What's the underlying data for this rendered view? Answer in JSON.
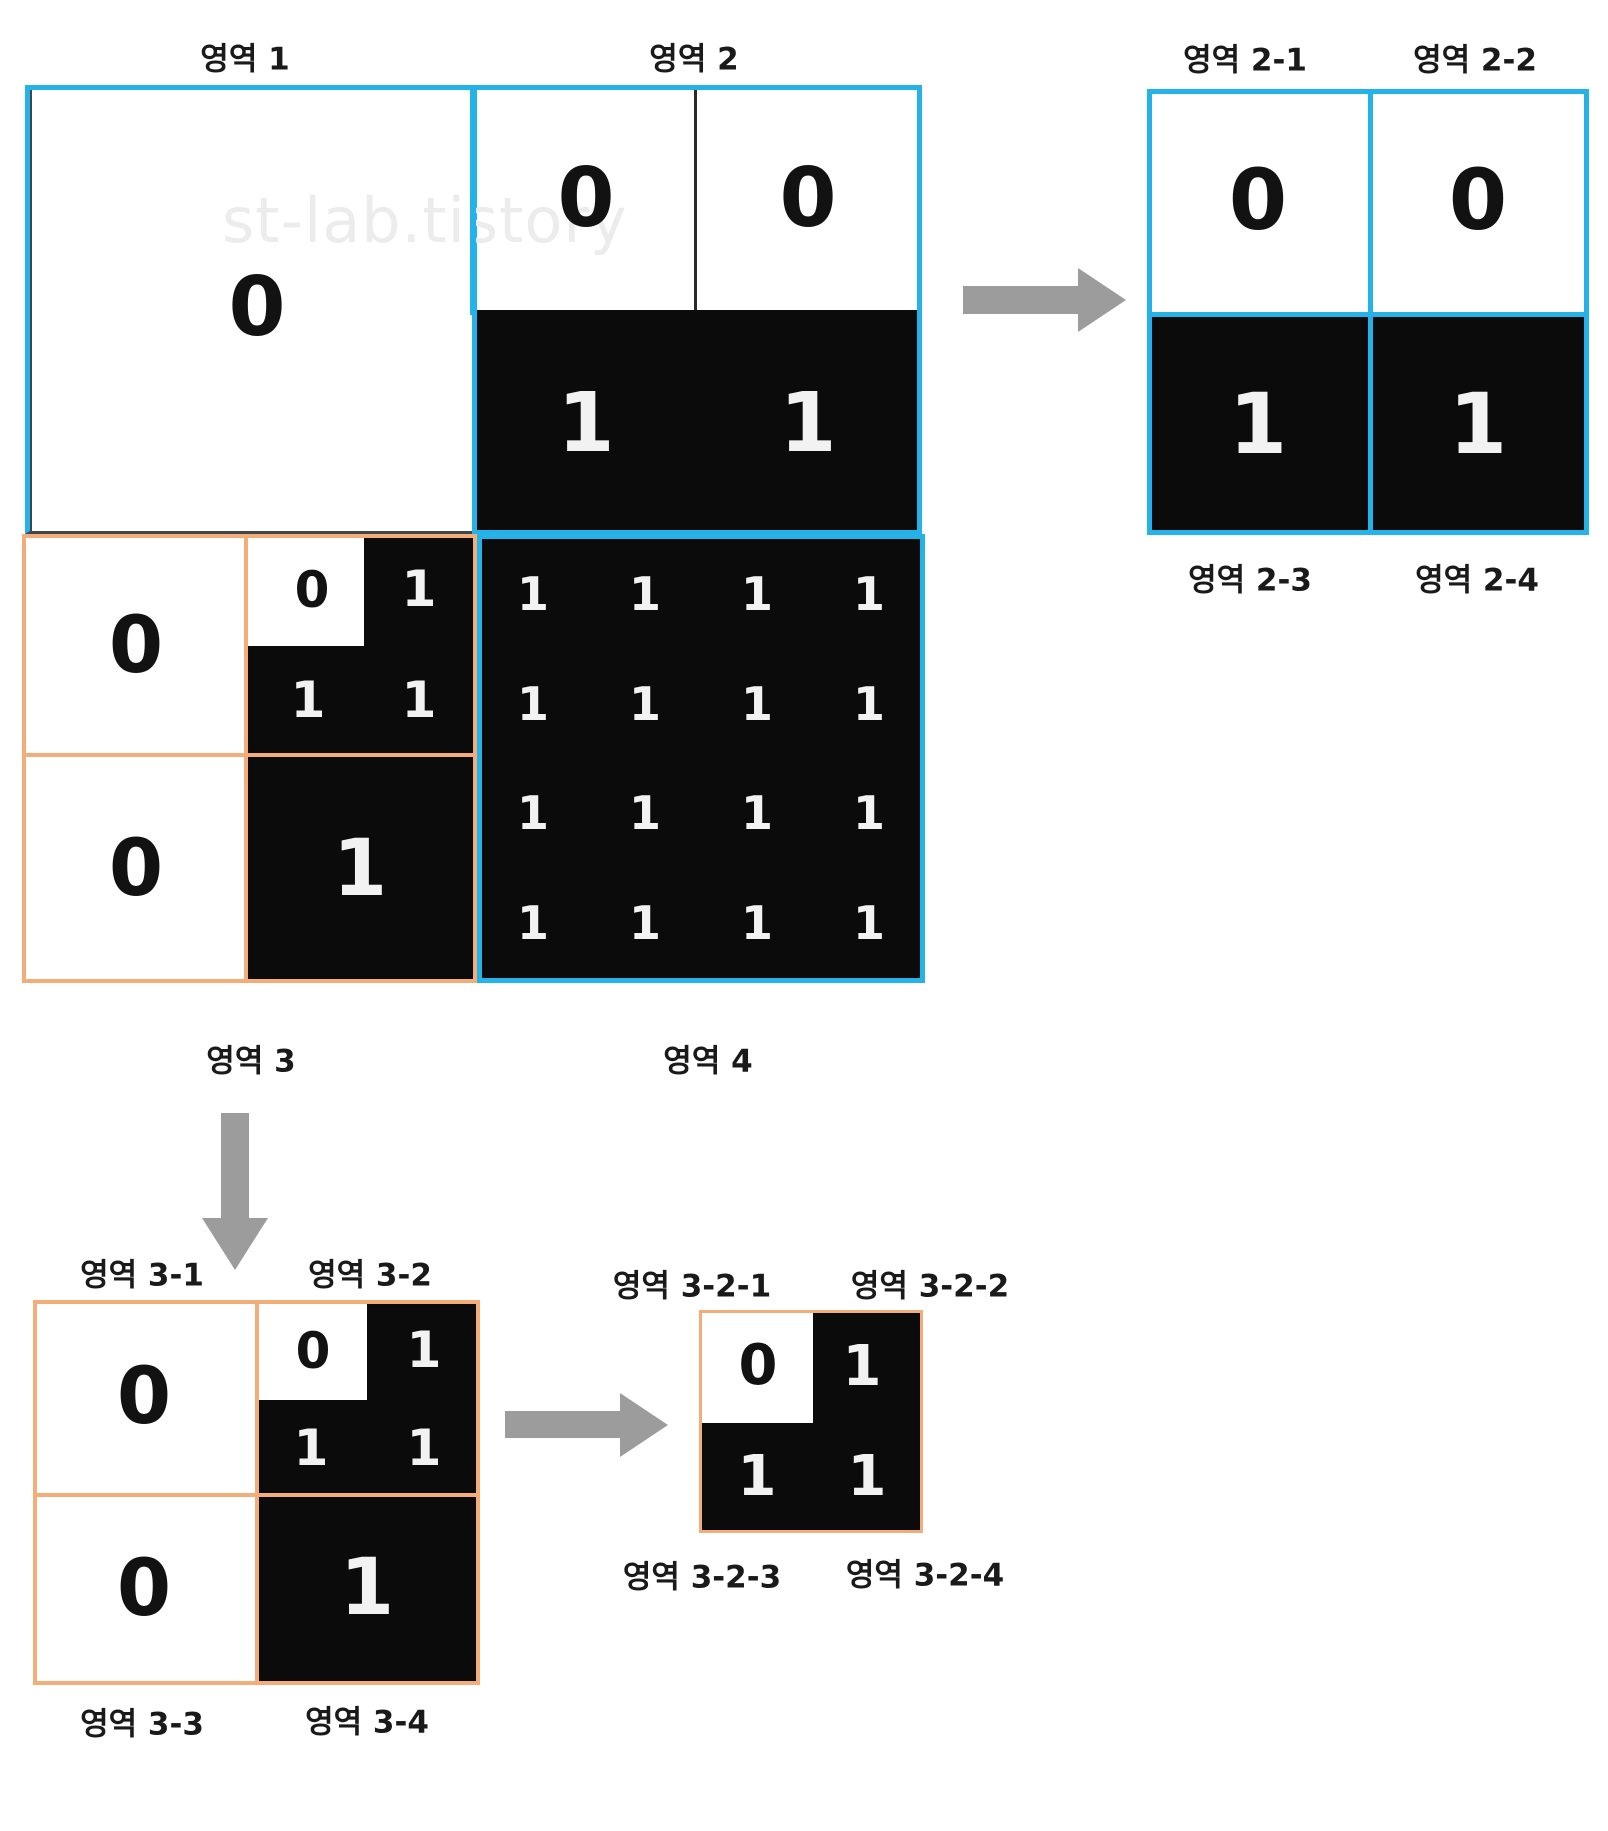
{
  "watermark": "st-lab.tistory",
  "colors": {
    "cyan": "#25b2e8",
    "orange": "#f3ad79",
    "cell_black": "#0b0b0b",
    "arrow_gray": "#9c9c9c",
    "digit_dark": "#121212",
    "digit_light": "#f2f2f2",
    "watermark_gray": "#ececec"
  },
  "labels": {
    "r1": "영역 1",
    "r2": "영역 2",
    "r3": "영역 3",
    "r4": "영역 4",
    "r2_1": "영역 2-1",
    "r2_2": "영역 2-2",
    "r2_3": "영역 2-3",
    "r2_4": "영역 2-4",
    "r3_1": "영역 3-1",
    "r3_2": "영역 3-2",
    "r3_3": "영역 3-3",
    "r3_4": "영역 3-4",
    "r3_2_1": "영역 3-2-1",
    "r3_2_2": "영역 3-2-2",
    "r3_2_3": "영역 3-2-3",
    "r3_2_4": "영역 3-2-4"
  },
  "main_grid": {
    "region1_value": "0",
    "region2": {
      "top": [
        "0",
        "0"
      ],
      "bottom": [
        "1",
        "1"
      ]
    },
    "region3": {
      "sub1": "0",
      "sub2": {
        "zero": "0",
        "one_tr": "1",
        "one_bl": "1",
        "one_br": "1"
      },
      "sub3": "0",
      "sub4": "1"
    },
    "region4_ones": [
      "1",
      "1",
      "1",
      "1",
      "1",
      "1",
      "1",
      "1",
      "1",
      "1",
      "1",
      "1",
      "1",
      "1",
      "1",
      "1"
    ]
  },
  "region2_expanded": {
    "cells": [
      "0",
      "0",
      "1",
      "1"
    ]
  },
  "region3_expanded": {
    "sub1": "0",
    "sub2": {
      "zero": "0",
      "one_tr": "1",
      "one_bl": "1",
      "one_br": "1"
    },
    "sub3": "0",
    "sub4": "1"
  },
  "region32_expanded": {
    "zero": "0",
    "one_tr": "1",
    "one_bl": "1",
    "one_br": "1"
  }
}
